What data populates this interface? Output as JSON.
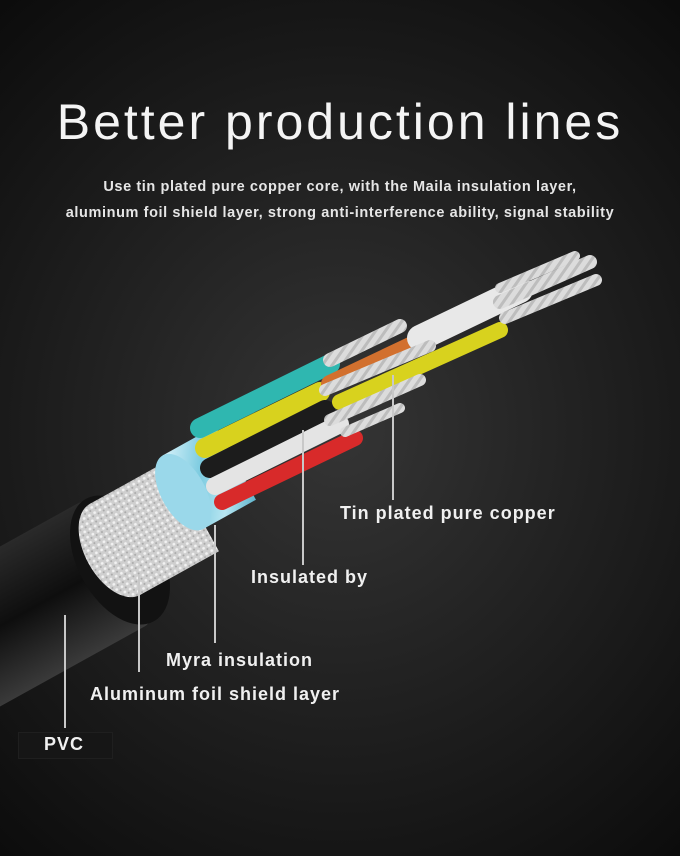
{
  "header": {
    "title": "Better production lines",
    "subtitle_line1": "Use tin plated pure copper core, with the Maila insulation layer,",
    "subtitle_line2": "aluminum foil shield layer, strong anti-interference ability, signal stability"
  },
  "illustration": {
    "subject": "cable-cross-section",
    "wire_colors": {
      "cyan": "#2fb7b0",
      "yellow": "#d8d21e",
      "black": "#1c1c1c",
      "white": "#e4e4e4",
      "red": "#d82a2a",
      "orange": "#d2702e",
      "shield_blue": "#8fd3e6",
      "braid_silver": "#d6d6d6",
      "jacket": "#111111"
    }
  },
  "labels": {
    "tin_plated": "Tin plated pure copper",
    "insulated_by": "Insulated by",
    "myra": "Myra insulation",
    "aluminum": "Aluminum foil shield layer",
    "pvc": "PVC"
  }
}
